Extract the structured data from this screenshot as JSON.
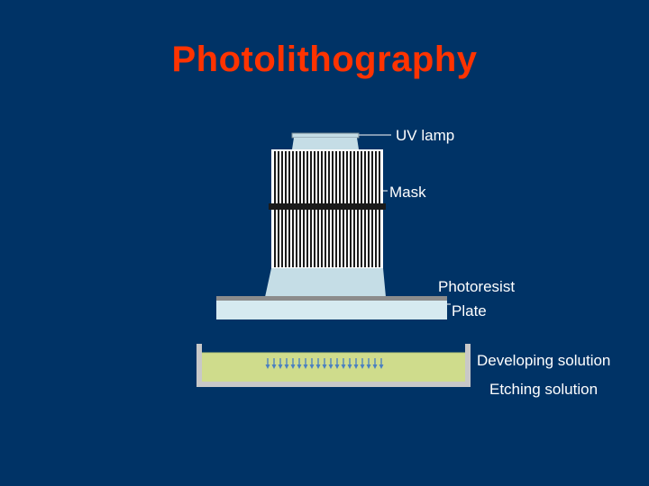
{
  "title": "Photolithography",
  "labels": {
    "uv_lamp": "UV lamp",
    "mask": "Mask",
    "photoresist": "Photoresist",
    "plate": "Plate",
    "developing_solution": "Developing solution",
    "etching_solution": "Etching solution"
  },
  "colors": {
    "background": "#003366",
    "title": "#ff3300",
    "lamp": "#c5dde6",
    "mask_bar": "#1a1a1a",
    "plate": "#d6eaf0",
    "photoresist_layer": "#8c8c8c",
    "solution": "#cfdc8c",
    "tray": "#c8c8c8"
  }
}
